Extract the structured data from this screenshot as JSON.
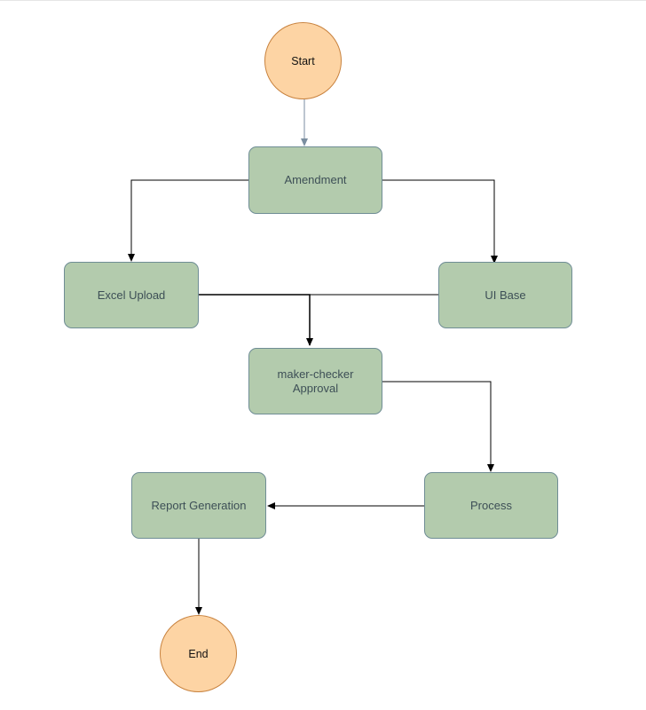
{
  "diagram": {
    "nodes": {
      "start": "Start",
      "amendment": "Amendment",
      "excel_upload": "Excel Upload",
      "ui_base": "UI Base",
      "approval_line1": "maker-checker",
      "approval_line2": "Approval",
      "process": "Process",
      "report_generation": "Report Generation",
      "end": "End"
    },
    "colors": {
      "process_fill": "#b3cbad",
      "process_border": "#6f8d95",
      "terminal_fill": "#fdd4a4",
      "terminal_border": "#c8823e",
      "connector": "#000000",
      "start_connector": "#7b8ea0"
    }
  }
}
